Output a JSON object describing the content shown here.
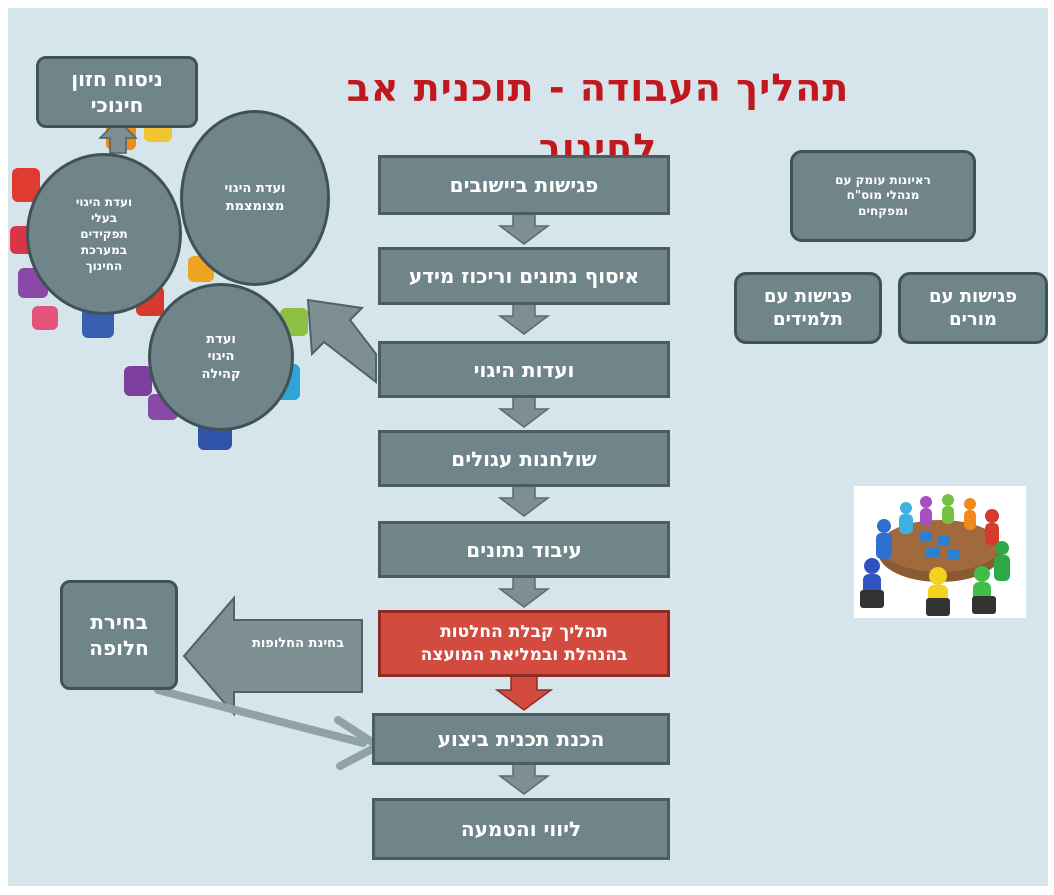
{
  "title": "תהליך העבודה - תוכנית אב לחינוך",
  "flow_steps": [
    "פגישות ביישובים",
    "איסוף נתונים וריכוז מידע",
    "ועדות היגוי",
    "שולחנות עגולים",
    "עיבוד נתונים",
    "תהליך קבלת החלטות\nבהנהלת ובמליאת המועצה",
    "הכנת תכנית ביצוע",
    "ליווי והטמעה"
  ],
  "vision_box": "ניסוח חזון\nחינוכי",
  "committees": {
    "core": "ועדת היגוי\nמצומצמת",
    "stakeholders": "ועדת היגוי\nבעלי\nתפקידים\nבמערכת\nהחינוך",
    "community": "ועדת\nהיגוי\nקהילה"
  },
  "interviews_box": "ראיונות עומק עם\nמנהלי מוס\"ח\nומפקחים",
  "teachers_box": "פגישות עם\nמורים",
  "students_box": "פגישות עם\nתלמידים",
  "alternatives_label": "בחינת החלופות",
  "choice_box": "בחירת\nחלופה",
  "colors": {
    "background": "#d6e5ec",
    "box_fill": "#6f8589",
    "box_border": "#3f5256",
    "highlight": "#d34b3f",
    "title": "#c0181c",
    "arrow": "#8fa2a6"
  },
  "icons": {
    "gears": "colored-gears-icon",
    "meeting": "round-table-meeting-icon"
  }
}
